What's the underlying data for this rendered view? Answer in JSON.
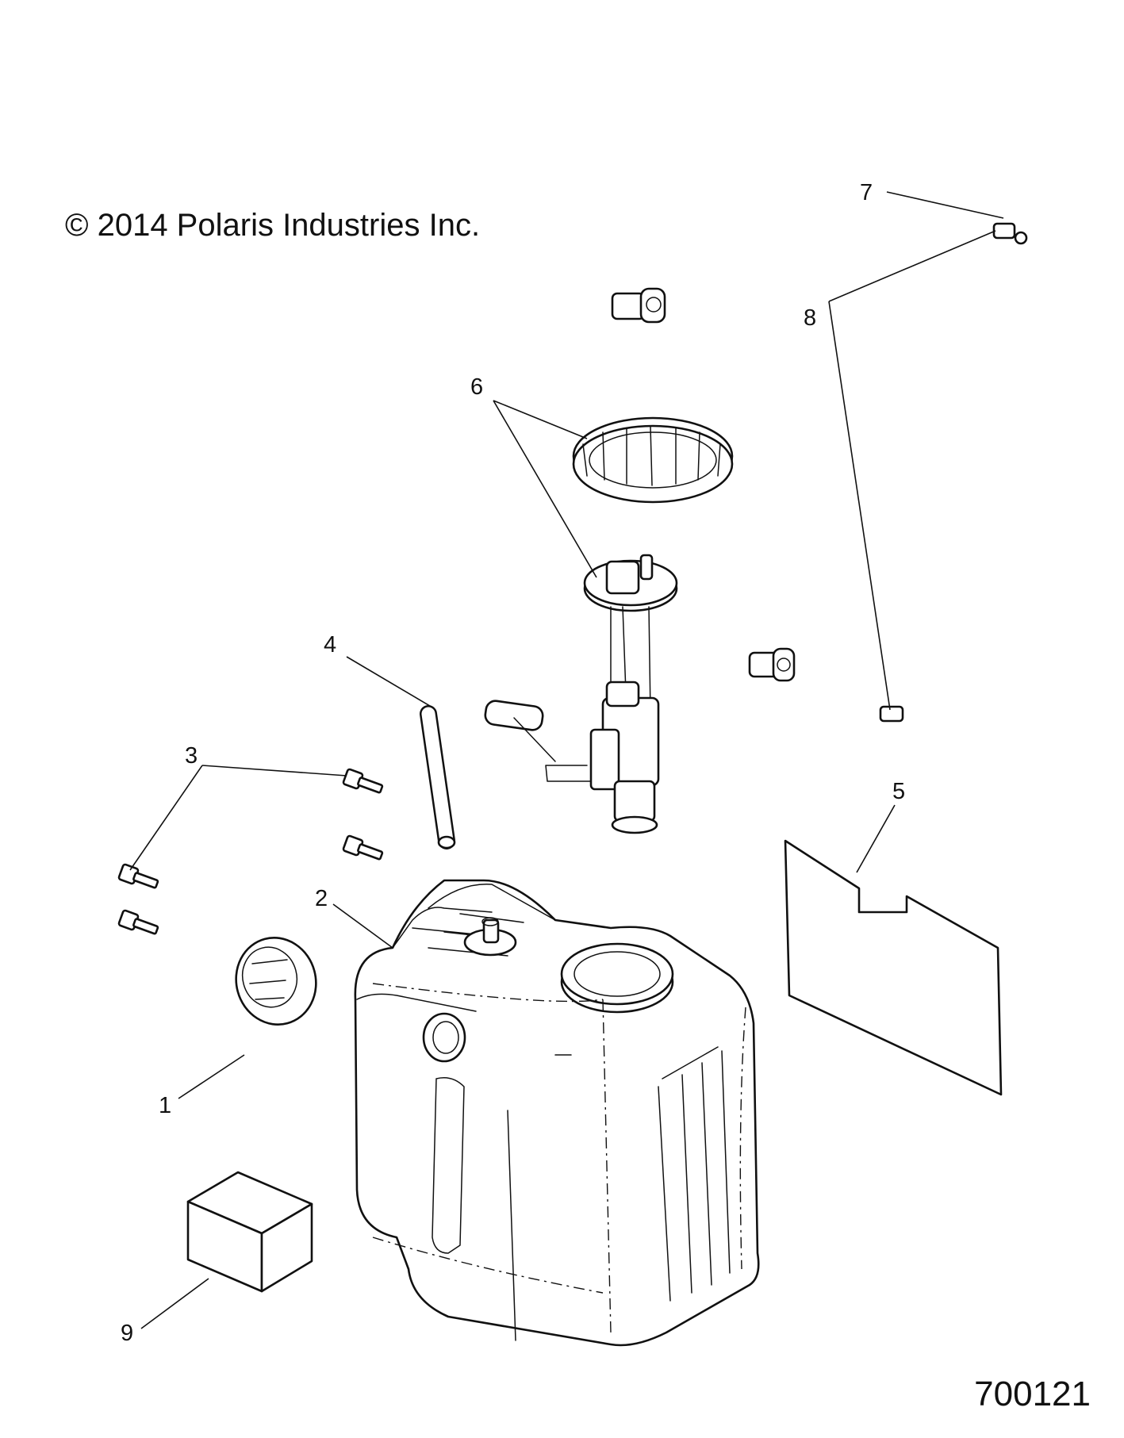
{
  "copyright": "© 2014 Polaris Industries Inc.",
  "document_number": "700121",
  "callouts": [
    "1",
    "2",
    "3",
    "4",
    "5",
    "6",
    "7",
    "8",
    "9"
  ]
}
